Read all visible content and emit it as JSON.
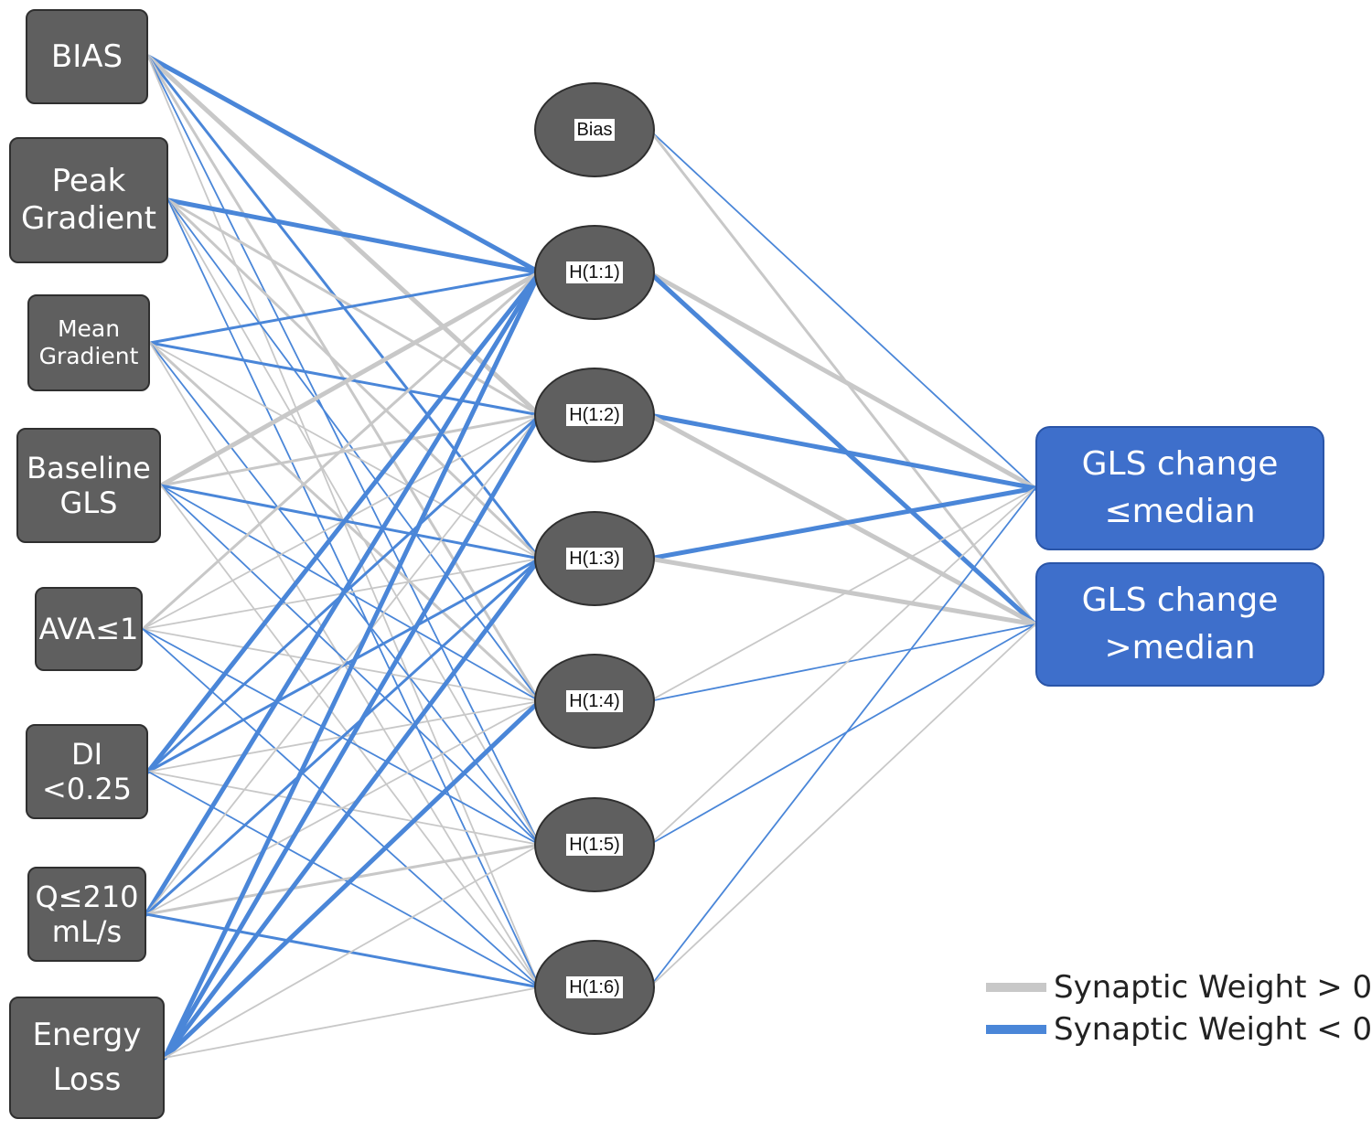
{
  "diagram": {
    "inputs": [
      {
        "id": "bias",
        "lines": [
          "BIAS"
        ]
      },
      {
        "id": "peak-gradient",
        "lines": [
          "Peak",
          "Gradient"
        ]
      },
      {
        "id": "mean-gradient",
        "lines": [
          "Mean",
          "Gradient"
        ]
      },
      {
        "id": "baseline-gls",
        "lines": [
          "Baseline",
          "GLS"
        ]
      },
      {
        "id": "ava",
        "lines": [
          "AVA≤1"
        ]
      },
      {
        "id": "di",
        "lines": [
          "DI",
          "<0.25"
        ]
      },
      {
        "id": "q",
        "lines": [
          "Q≤210",
          "mL/s"
        ]
      },
      {
        "id": "energy-loss",
        "lines": [
          "Energy",
          "Loss"
        ]
      }
    ],
    "hidden": [
      {
        "id": "bias",
        "label": "Bias"
      },
      {
        "id": "h1",
        "label": "H(1:1)"
      },
      {
        "id": "h2",
        "label": "H(1:2)"
      },
      {
        "id": "h3",
        "label": "H(1:3)"
      },
      {
        "id": "h4",
        "label": "H(1:4)"
      },
      {
        "id": "h5",
        "label": "H(1:5)"
      },
      {
        "id": "h6",
        "label": "H(1:6)"
      }
    ],
    "outputs": [
      {
        "id": "le-median",
        "lines": [
          "GLS change",
          "≤median"
        ]
      },
      {
        "id": "gt-median",
        "lines": [
          "GLS change",
          ">median"
        ]
      }
    ],
    "legend": [
      {
        "label": "Synaptic Weight > 0",
        "color": "#c8c8c8"
      },
      {
        "label": "Synaptic Weight < 0",
        "color": "#4a86d8"
      }
    ],
    "colors": {
      "positive": "#c8c8c8",
      "negative": "#4a86d8",
      "node": "#5f5f5f",
      "output": "#3e6fcb"
    },
    "connections_input_hidden": [
      [
        "bias",
        "h1",
        "negative",
        "heavy"
      ],
      [
        "bias",
        "h2",
        "positive",
        "heavy"
      ],
      [
        "bias",
        "h3",
        "negative",
        "medium"
      ],
      [
        "bias",
        "h4",
        "positive",
        "medium"
      ],
      [
        "bias",
        "h5",
        "negative",
        "light"
      ],
      [
        "bias",
        "h6",
        "positive",
        "light"
      ],
      [
        "peak-gradient",
        "h1",
        "negative",
        "heavy"
      ],
      [
        "peak-gradient",
        "h2",
        "positive",
        "medium"
      ],
      [
        "peak-gradient",
        "h3",
        "positive",
        "medium"
      ],
      [
        "peak-gradient",
        "h4",
        "negative",
        "light"
      ],
      [
        "peak-gradient",
        "h5",
        "positive",
        "light"
      ],
      [
        "peak-gradient",
        "h6",
        "negative",
        "light"
      ],
      [
        "mean-gradient",
        "h1",
        "negative",
        "medium"
      ],
      [
        "mean-gradient",
        "h2",
        "negative",
        "medium"
      ],
      [
        "mean-gradient",
        "h3",
        "positive",
        "light"
      ],
      [
        "mean-gradient",
        "h4",
        "positive",
        "medium"
      ],
      [
        "mean-gradient",
        "h5",
        "negative",
        "light"
      ],
      [
        "mean-gradient",
        "h6",
        "positive",
        "light"
      ],
      [
        "baseline-gls",
        "h1",
        "positive",
        "heavy"
      ],
      [
        "baseline-gls",
        "h2",
        "positive",
        "medium"
      ],
      [
        "baseline-gls",
        "h3",
        "negative",
        "medium"
      ],
      [
        "baseline-gls",
        "h4",
        "negative",
        "light"
      ],
      [
        "baseline-gls",
        "h5",
        "negative",
        "light"
      ],
      [
        "baseline-gls",
        "h6",
        "positive",
        "light"
      ],
      [
        "ava",
        "h1",
        "positive",
        "medium"
      ],
      [
        "ava",
        "h2",
        "positive",
        "light"
      ],
      [
        "ava",
        "h3",
        "positive",
        "light"
      ],
      [
        "ava",
        "h4",
        "positive",
        "light"
      ],
      [
        "ava",
        "h5",
        "negative",
        "light"
      ],
      [
        "ava",
        "h6",
        "negative",
        "light"
      ],
      [
        "di",
        "h1",
        "negative",
        "heavy"
      ],
      [
        "di",
        "h2",
        "negative",
        "medium"
      ],
      [
        "di",
        "h3",
        "negative",
        "medium"
      ],
      [
        "di",
        "h4",
        "positive",
        "light"
      ],
      [
        "di",
        "h5",
        "positive",
        "light"
      ],
      [
        "di",
        "h6",
        "negative",
        "light"
      ],
      [
        "q",
        "h1",
        "negative",
        "heavy"
      ],
      [
        "q",
        "h2",
        "positive",
        "light"
      ],
      [
        "q",
        "h3",
        "negative",
        "medium"
      ],
      [
        "q",
        "h4",
        "positive",
        "light"
      ],
      [
        "q",
        "h5",
        "positive",
        "medium"
      ],
      [
        "q",
        "h6",
        "negative",
        "medium"
      ],
      [
        "energy-loss",
        "h1",
        "negative",
        "heavy"
      ],
      [
        "energy-loss",
        "h2",
        "negative",
        "heavy"
      ],
      [
        "energy-loss",
        "h3",
        "negative",
        "heavy"
      ],
      [
        "energy-loss",
        "h4",
        "negative",
        "heavy"
      ],
      [
        "energy-loss",
        "h5",
        "positive",
        "light"
      ],
      [
        "energy-loss",
        "h6",
        "positive",
        "light"
      ]
    ],
    "connections_hidden_output": [
      [
        "bias",
        "le-median",
        "negative",
        "light"
      ],
      [
        "bias",
        "gt-median",
        "positive",
        "medium"
      ],
      [
        "h1",
        "le-median",
        "positive",
        "heavy"
      ],
      [
        "h1",
        "gt-median",
        "negative",
        "heavy"
      ],
      [
        "h2",
        "le-median",
        "negative",
        "heavy"
      ],
      [
        "h2",
        "gt-median",
        "positive",
        "heavy"
      ],
      [
        "h3",
        "le-median",
        "negative",
        "heavy"
      ],
      [
        "h3",
        "gt-median",
        "positive",
        "heavy"
      ],
      [
        "h4",
        "le-median",
        "positive",
        "light"
      ],
      [
        "h4",
        "gt-median",
        "negative",
        "light"
      ],
      [
        "h5",
        "le-median",
        "positive",
        "light"
      ],
      [
        "h5",
        "gt-median",
        "negative",
        "light"
      ],
      [
        "h6",
        "le-median",
        "negative",
        "light"
      ],
      [
        "h6",
        "gt-median",
        "positive",
        "light"
      ]
    ]
  }
}
